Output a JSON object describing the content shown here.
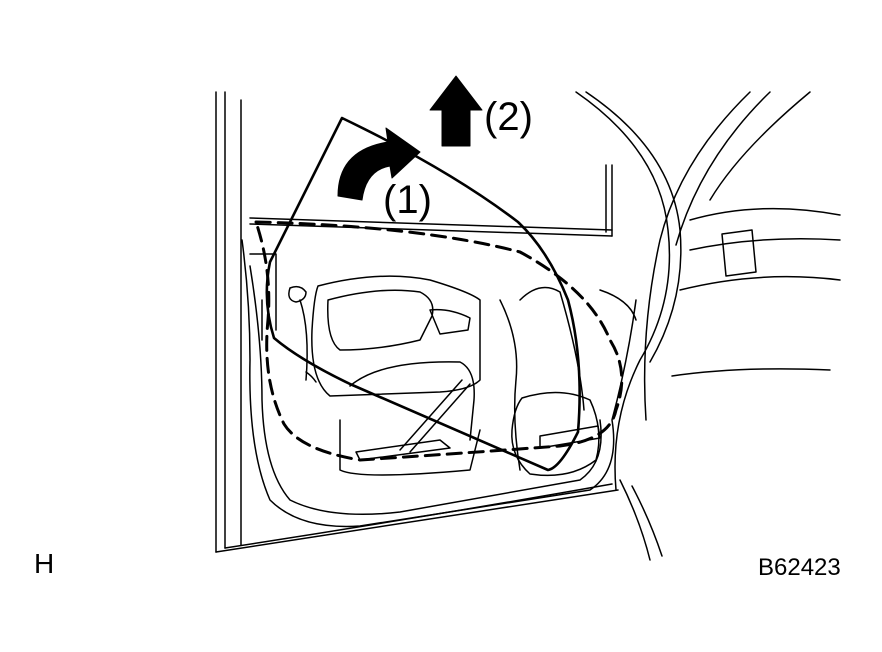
{
  "diagram": {
    "step_labels": {
      "step1": "(1)",
      "step2": "(2)"
    },
    "corner_letter": "H",
    "figure_code": "B62423",
    "colors": {
      "ink": "#000000",
      "background": "#ffffff"
    },
    "icons": {
      "step1_arrow": "curved-arrow-icon",
      "step2_arrow": "up-arrow-icon"
    }
  }
}
